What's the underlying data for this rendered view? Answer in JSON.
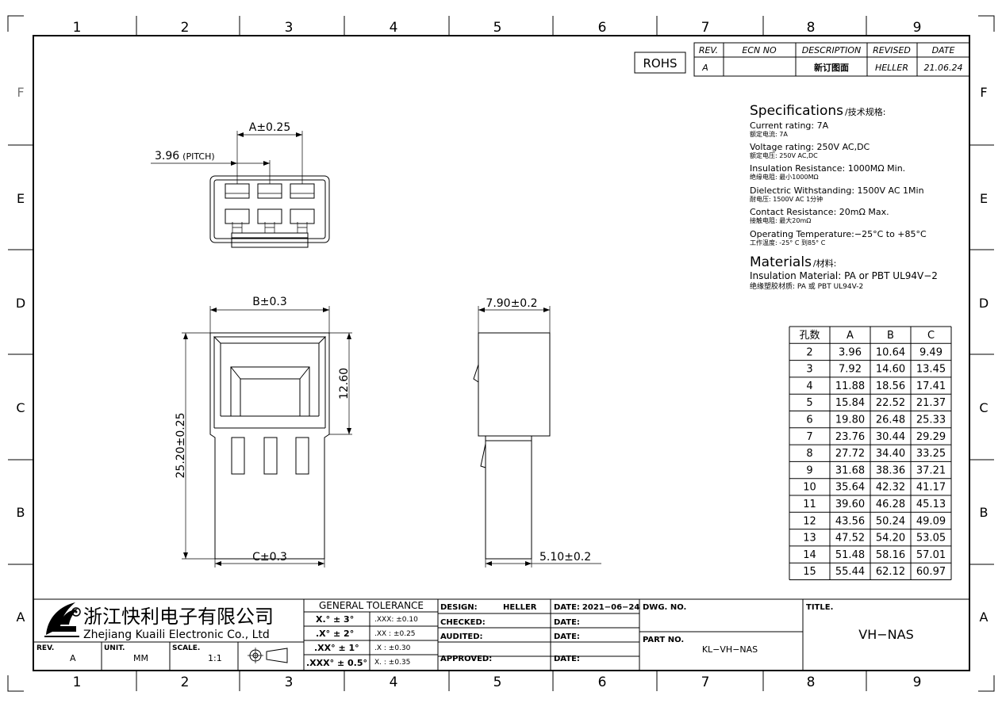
{
  "frame": {
    "columns": [
      "1",
      "2",
      "3",
      "4",
      "5",
      "6",
      "7",
      "8",
      "9"
    ],
    "rows": [
      "F",
      "E",
      "D",
      "C",
      "B",
      "A"
    ]
  },
  "rohs": "ROHS",
  "revision_block": {
    "headers": [
      "REV.",
      "ECN NO",
      "DESCRIPTION",
      "REVISED",
      "DATE"
    ],
    "row": [
      "A",
      "",
      "新订图面",
      "HELLER",
      "21.06.24"
    ]
  },
  "specs": {
    "title": "Specifications",
    "title_cn": "/技术规格:",
    "items": [
      {
        "en": "Current  rating: 7A",
        "cn": "额定电流: 7A"
      },
      {
        "en": "Voltage  rating: 250V AC,DC",
        "cn": "额定电压: 250V AC,DC"
      },
      {
        "en": "Insulation  Resistance: 1000MΩ Min.",
        "cn": "绝缘电阻: 最小1000MΩ"
      },
      {
        "en": "Dielectric  Withstanding:   1500V AC   1Min",
        "cn": "耐电压: 1500V AC  1分钟"
      },
      {
        "en": "Contact  Resistance:   20mΩ Max.",
        "cn": "接触电阻: 最大20mΩ"
      },
      {
        "en": "Operating  Temperature:−25°C  to  +85°C",
        "cn": "工作温度: -25° C 到85° C"
      }
    ],
    "materials_title": "Materials",
    "materials_title_cn": "/材料:",
    "materials_en": "Insulation  Material:  PA  or  PBT  UL94V−2",
    "materials_cn": "绝缘塑胶材质: PA 或 PBT UL94V-2"
  },
  "dimensions": {
    "a": "A±0.25",
    "pitch": "3.96",
    "pitch_suffix": "(PITCH)",
    "b": "B±0.3",
    "c": "C±0.3",
    "height_total": "25.20±0.25",
    "height_body": "12.60",
    "side_width": "7.90±0.2",
    "side_pin": "5.10±0.2"
  },
  "size_table": {
    "headers": [
      "孔数",
      "A",
      "B",
      "C"
    ],
    "rows": [
      [
        "2",
        "3.96",
        "10.64",
        "9.49"
      ],
      [
        "3",
        "7.92",
        "14.60",
        "13.45"
      ],
      [
        "4",
        "11.88",
        "18.56",
        "17.41"
      ],
      [
        "5",
        "15.84",
        "22.52",
        "21.37"
      ],
      [
        "6",
        "19.80",
        "26.48",
        "25.33"
      ],
      [
        "7",
        "23.76",
        "30.44",
        "29.29"
      ],
      [
        "8",
        "27.72",
        "34.40",
        "33.25"
      ],
      [
        "9",
        "31.68",
        "38.36",
        "37.21"
      ],
      [
        "10",
        "35.64",
        "42.32",
        "41.17"
      ],
      [
        "11",
        "39.60",
        "46.28",
        "45.13"
      ],
      [
        "12",
        "43.56",
        "50.24",
        "49.09"
      ],
      [
        "13",
        "47.52",
        "54.20",
        "53.05"
      ],
      [
        "14",
        "51.48",
        "58.16",
        "57.01"
      ],
      [
        "15",
        "55.44",
        "62.12",
        "60.97"
      ]
    ]
  },
  "title_block": {
    "company_cn": "浙江快利电子有限公司",
    "company_en": "Zhejiang  Kuaili  Electronic  Co.,  Ltd",
    "rev_label": "REV.",
    "rev_value": "A",
    "unit_label": "UNIT.",
    "unit_value": "MM",
    "scale_label": "SCALE.",
    "scale_value": "1:1",
    "tolerance_title": "GENERAL  TOLERANCE",
    "tolerance_rows": [
      [
        "X.° ± 3°",
        ".XXX:  ±0.10"
      ],
      [
        ".X° ± 2°",
        ".XX :  ±0.25"
      ],
      [
        ".XX° ± 1°",
        ".X  :  ±0.30"
      ],
      [
        ".XXX° ± 0.5°",
        "X.  :  ±0.35"
      ]
    ],
    "design_label": "DESIGN:",
    "design_value": "HELLER",
    "checked_label": "CHECKED:",
    "audited_label": "AUDITED:",
    "approved_label": "APPROVED:",
    "date_label": "DATE:",
    "date_value": "2021−06−24",
    "dwg_label": "DWG. NO.",
    "part_label": "PART NO.",
    "part_value": "KL−VH−NAS",
    "title_label": "TITLE.",
    "title_value": "VH−NAS"
  }
}
